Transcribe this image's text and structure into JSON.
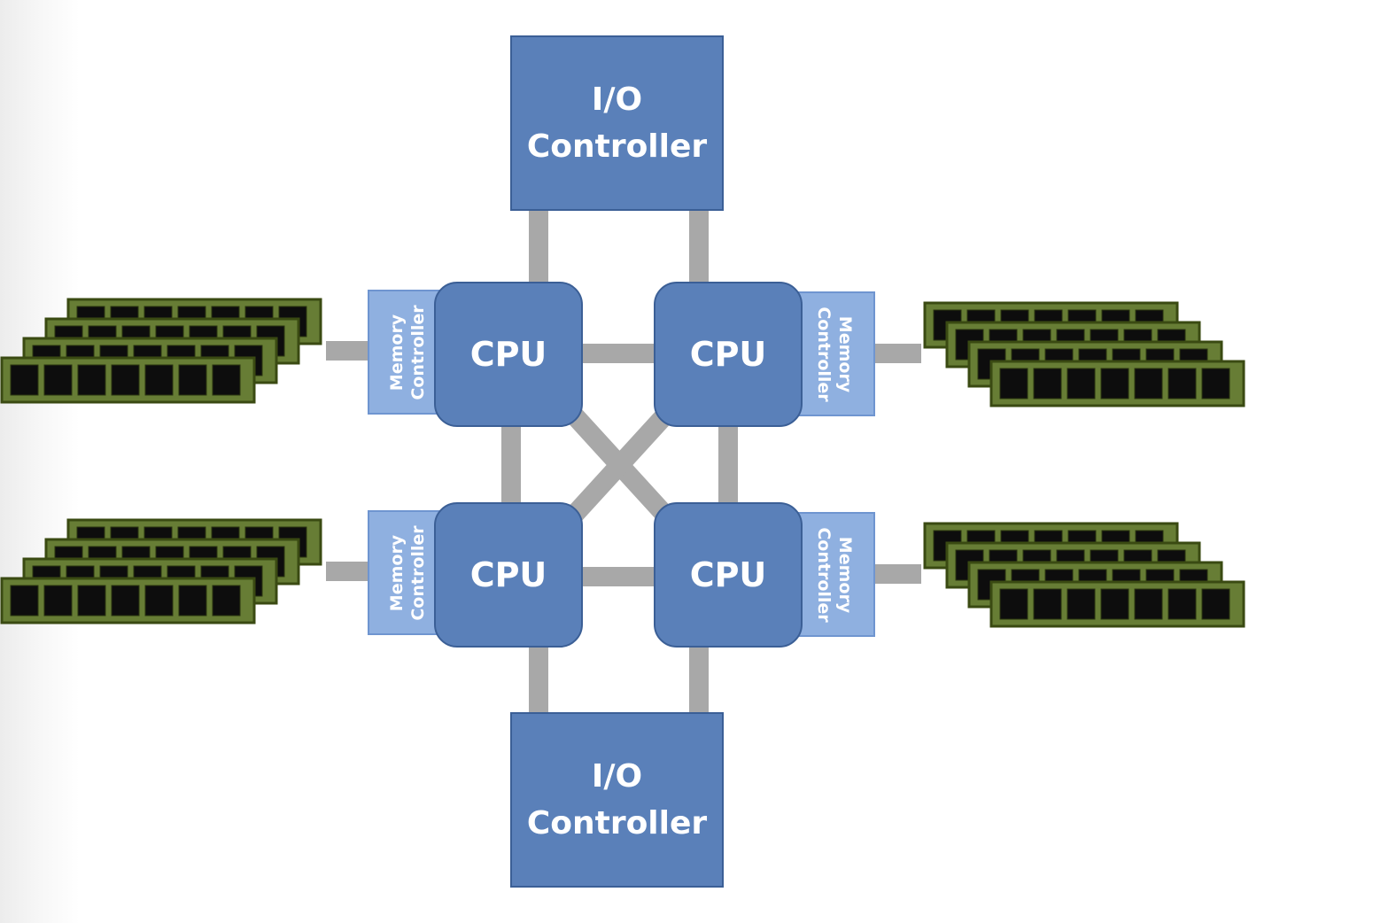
{
  "io_controllers": [
    {
      "id": "top",
      "lines": [
        "I/O",
        "Controller"
      ]
    },
    {
      "id": "bottom",
      "lines": [
        "I/O",
        "Controller"
      ]
    }
  ],
  "cpus": [
    {
      "id": "top-left",
      "label": "CPU"
    },
    {
      "id": "top-right",
      "label": "CPU"
    },
    {
      "id": "bottom-left",
      "label": "CPU"
    },
    {
      "id": "bottom-right",
      "label": "CPU"
    }
  ],
  "memory_controllers": [
    {
      "id": "top-left",
      "lines": [
        "Memory",
        "Controller"
      ]
    },
    {
      "id": "top-right",
      "lines": [
        "Memory",
        "Controller"
      ]
    },
    {
      "id": "bottom-left",
      "lines": [
        "Memory",
        "Controller"
      ]
    },
    {
      "id": "bottom-right",
      "lines": [
        "Memory",
        "Controller"
      ]
    }
  ],
  "memory_banks": [
    {
      "id": "top-left",
      "modules": 4
    },
    {
      "id": "top-right",
      "modules": 4
    },
    {
      "id": "bottom-left",
      "modules": 4
    },
    {
      "id": "bottom-right",
      "modules": 4
    }
  ],
  "colors": {
    "box_fill": "#5a80b9",
    "box_border": "#3b5f96",
    "memory_controller_fill": "#8fb0e0",
    "link": "#a8a8a8",
    "ram_fill": "#677d35",
    "ram_border": "#3a4a12",
    "ram_chip": "#0d0d0d"
  }
}
